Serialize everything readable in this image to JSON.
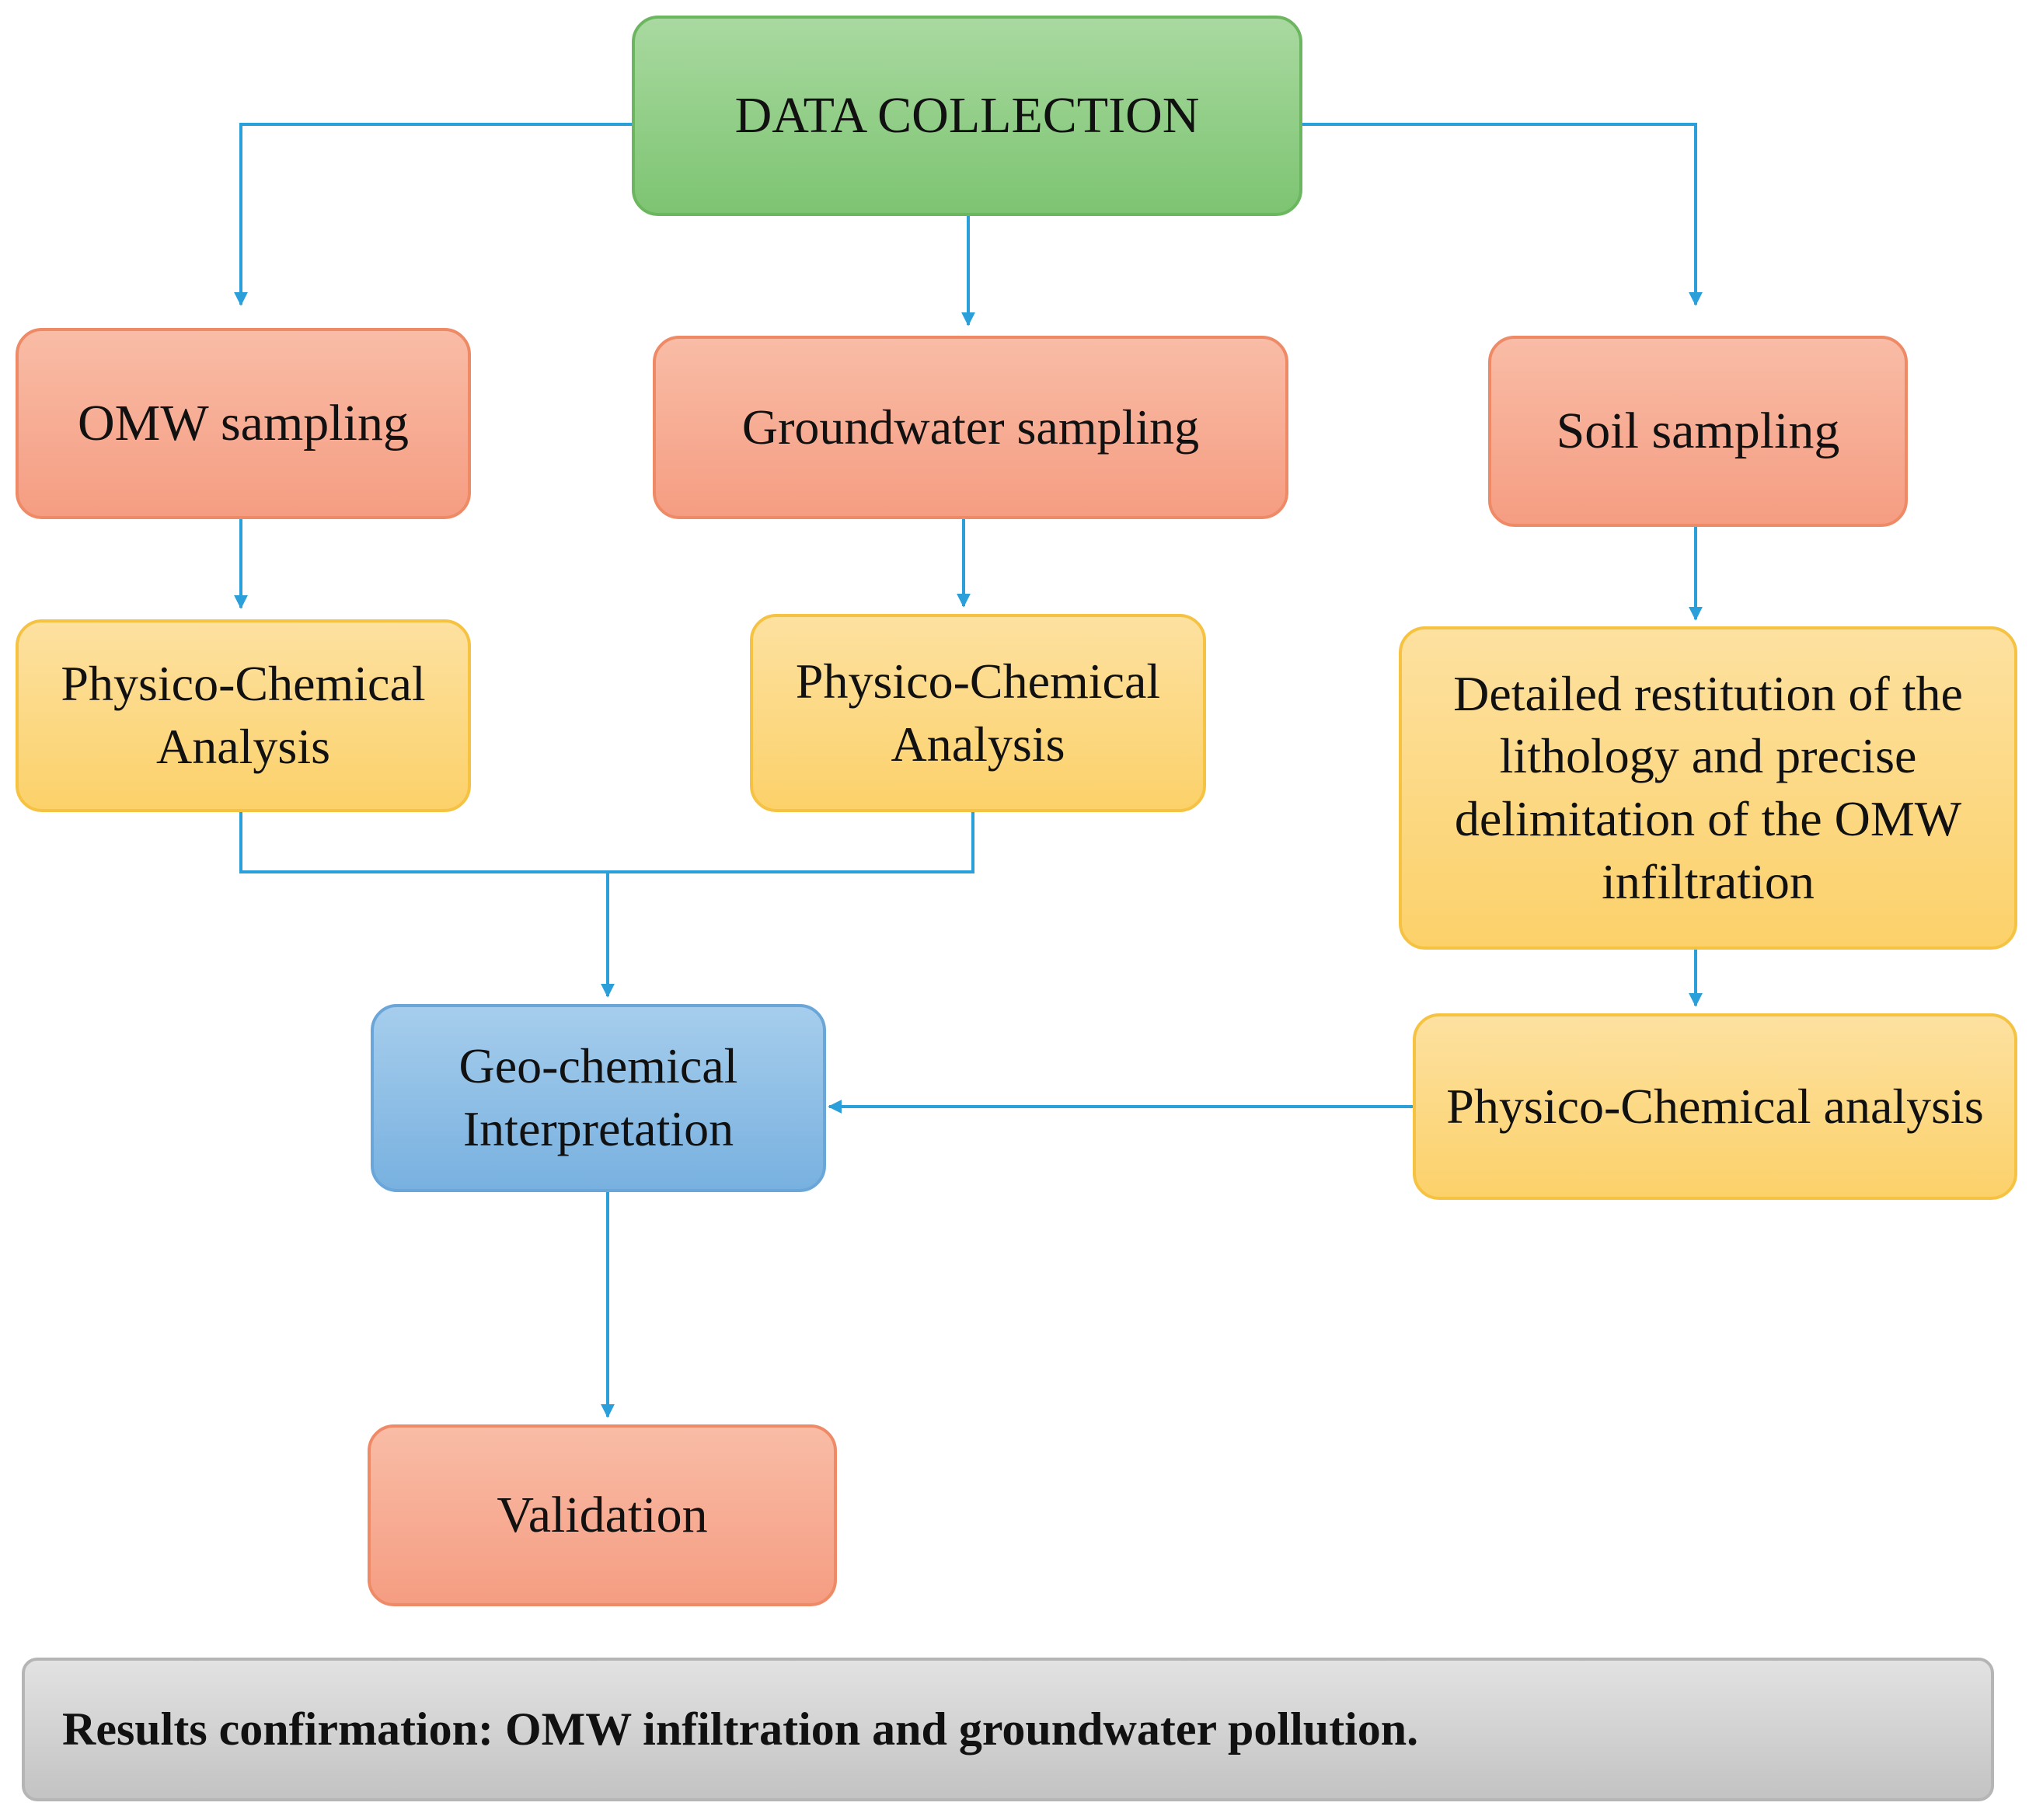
{
  "diagram": {
    "data_collection": "DATA COLLECTION",
    "omw_sampling": "OMW sampling",
    "groundwater_sampling": "Groundwater sampling",
    "soil_sampling": "Soil sampling",
    "omw_analysis": "Physico-Chemical Analysis",
    "groundwater_analysis": "Physico-Chemical Analysis",
    "lithology_restitution": "Detailed restitution of the lithology and precise delimitation of the OMW infiltration",
    "soil_analysis": "Physico-Chemical analysis",
    "interpretation": "Geo-chemical Interpretation",
    "validation": "Validation",
    "results": "Results confirmation: OMW infiltration and groundwater pollution.",
    "connector_color": "#2b9fd9"
  }
}
